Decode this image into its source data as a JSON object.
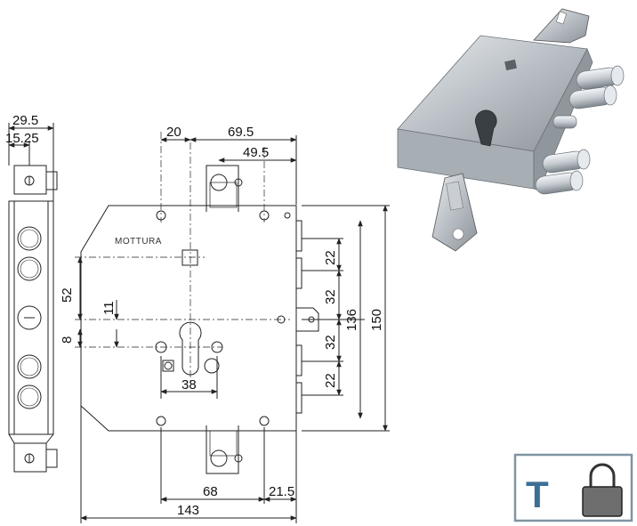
{
  "brand": "MOTTURA",
  "dimensions": {
    "side_w1": "29.5",
    "side_w2": "15.25",
    "top_20": "20",
    "top_69_5": "69.5",
    "top_49_5": "49.5",
    "left_52": "52",
    "left_11": "11",
    "left_8": "8",
    "keyhole_38": "38",
    "bolt_22a": "22",
    "bolt_32a": "32",
    "bolt_32b": "32",
    "bolt_22b": "22",
    "height_136": "136",
    "height_150": "150",
    "bottom_68": "68",
    "bottom_21_5": "21.5",
    "bottom_143": "143"
  },
  "badge": {
    "letter": "T",
    "icon": "padlock-icon",
    "border_color": "#7f95a3",
    "letter_color": "#3b6f96",
    "lock_color": "#6e6e6e"
  }
}
